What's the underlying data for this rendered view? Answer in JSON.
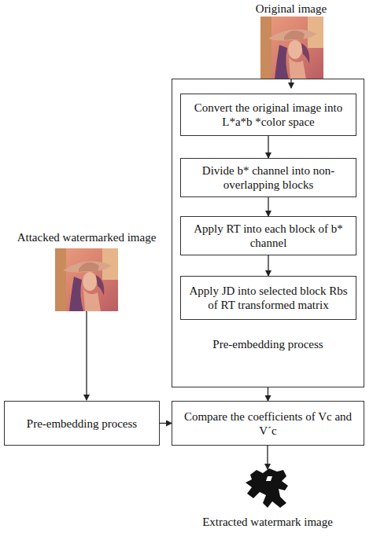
{
  "diagram": {
    "nodes": [
      {
        "text": [
          "Pre-embedding process"
        ]
      },
      {
        "text": [
          "Convert the original image into L*a*b *color space"
        ],
        "in": 0
      },
      {
        "text": [
          "Divide b* channel into non-overlapping blocks"
        ],
        "in": 0
      },
      {
        "text": [
          "Apply RT into each block of b* channel"
        ],
        "in": 0
      },
      {
        "text": [
          "Apply JD into selected block Rbs of RT transformed matrix"
        ],
        "in": 0
      },
      {
        "text": [
          "Pre-embedding process"
        ]
      },
      {
        "text": [
          "Compare the coefficients of Vc and V´c"
        ]
      }
    ],
    "edges": [
      {
        "from": 1,
        "to": 2,
        "arrow": "to"
      },
      {
        "from": 2,
        "to": 3,
        "arrow": "to"
      },
      {
        "from": 3,
        "to": 4,
        "arrow": "to"
      },
      {
        "from": 0,
        "to": 6,
        "arrow": "to"
      },
      {
        "from": 5,
        "to": 6,
        "arrow": "to"
      }
    ],
    "labels": [
      "Original image",
      "Attacked watermarked image",
      "Extracted watermark image"
    ]
  }
}
